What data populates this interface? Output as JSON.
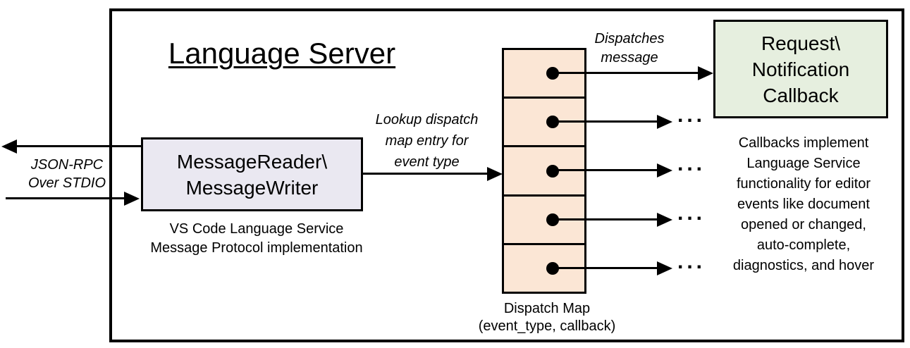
{
  "diagram": {
    "title": "Language Server",
    "left_channel": {
      "label_lines": [
        "JSON-RPC",
        "Over STDIO"
      ]
    },
    "message_box": {
      "label_lines": [
        "MessageReader\\",
        "MessageWriter"
      ],
      "caption_lines": [
        "VS Code Language Service",
        "Message Protocol implementation"
      ],
      "fill_color": "#eae8f1"
    },
    "lookup_label_lines": [
      "Lookup dispatch",
      "map entry for",
      "event type"
    ],
    "dispatch_map": {
      "caption_lines": [
        "Dispatch Map",
        "(event_type, callback)"
      ],
      "fill_color": "#fbe6d5",
      "row_count": 5
    },
    "dispatches_label_lines": [
      "Dispatches",
      "message"
    ],
    "callback_box": {
      "label_lines": [
        "Request\\",
        "Notification",
        "Callback"
      ],
      "fill_color": "#e6efdf"
    },
    "callbacks_note_lines": [
      "Callbacks implement",
      "Language Service",
      "functionality for editor",
      "events like document",
      "opened or changed,",
      "auto-complete,",
      "diagnostics, and hover"
    ],
    "ellipsis": "...",
    "border_color": "#000000",
    "background_color": "#ffffff"
  }
}
